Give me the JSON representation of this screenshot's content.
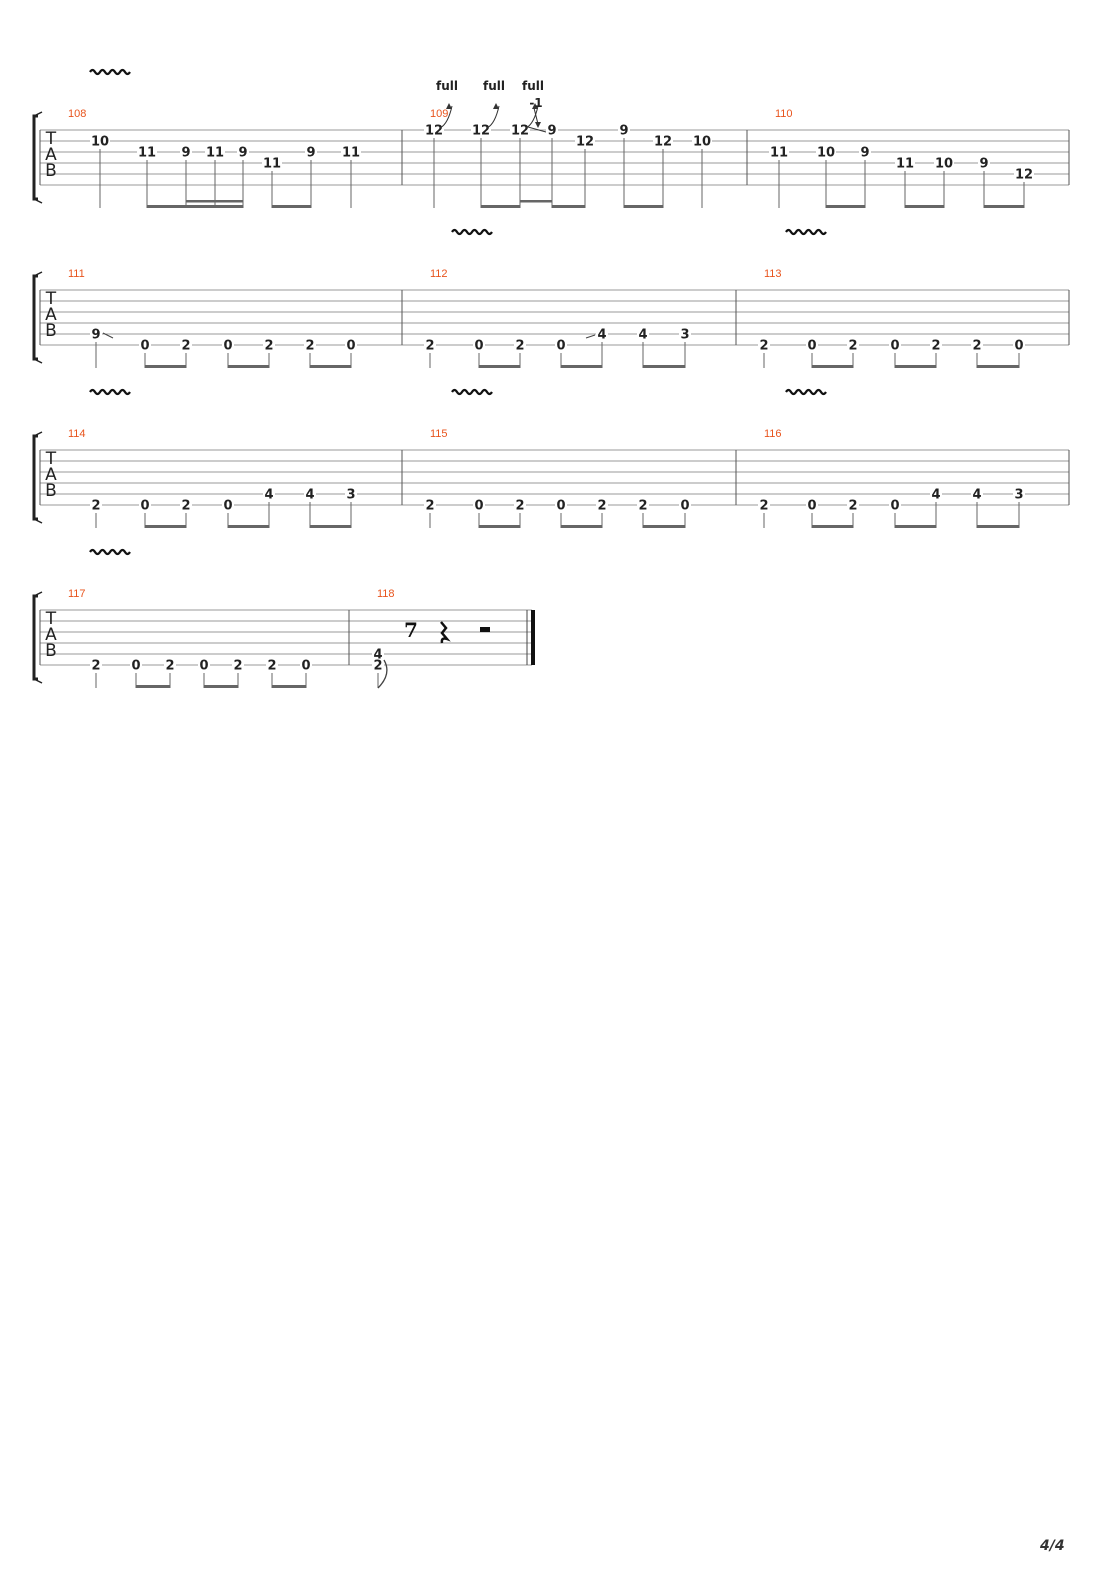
{
  "page": {
    "number": "4/4"
  },
  "tab_clef": [
    "T",
    "A",
    "B"
  ],
  "bend_labels": {
    "full": "full",
    "release": "-1"
  },
  "systems": [
    {
      "measures": [
        {
          "number": "108",
          "vibrato": true,
          "events": [
            {
              "notes": [
                {
                  "s": 2,
                  "f": "10"
                }
              ],
              "beam": 0
            },
            {
              "notes": [
                {
                  "s": 3,
                  "f": "11"
                }
              ],
              "beam": 1
            },
            {
              "notes": [
                {
                  "s": 3,
                  "f": "9"
                }
              ],
              "beam": 2
            },
            {
              "notes": [
                {
                  "s": 3,
                  "f": "11"
                }
              ],
              "beam": 2
            },
            {
              "notes": [
                {
                  "s": 3,
                  "f": "9"
                }
              ],
              "beam": 2
            },
            {
              "notes": [
                {
                  "s": 4,
                  "f": "11"
                }
              ],
              "beam": 1
            },
            {
              "notes": [
                {
                  "s": 3,
                  "f": "9"
                }
              ],
              "beam": 1
            },
            {
              "notes": [
                {
                  "s": 3,
                  "f": "11"
                }
              ],
              "beam": 0
            }
          ]
        },
        {
          "number": "109",
          "events": [
            {
              "notes": [
                {
                  "s": 1,
                  "f": "12"
                }
              ],
              "beam": 0,
              "bend": "full"
            },
            {
              "notes": [
                {
                  "s": 1,
                  "f": "12"
                }
              ],
              "beam": 1,
              "bend": "full"
            },
            {
              "notes": [
                {
                  "s": 1,
                  "f": "12"
                }
              ],
              "beam": 2,
              "bend": "full",
              "release": true
            },
            {
              "notes": [
                {
                  "s": 1,
                  "f": "9"
                }
              ],
              "beam": 2
            },
            {
              "notes": [
                {
                  "s": 2,
                  "f": "12"
                }
              ],
              "beam": 1
            },
            {
              "notes": [
                {
                  "s": 1,
                  "f": "9"
                }
              ],
              "beam": 1
            },
            {
              "notes": [
                {
                  "s": 2,
                  "f": "12"
                }
              ],
              "beam": 1
            },
            {
              "notes": [
                {
                  "s": 2,
                  "f": "10"
                }
              ],
              "beam": 1
            }
          ]
        },
        {
          "number": "110",
          "events": [
            {
              "notes": [
                {
                  "s": 3,
                  "f": "11"
                }
              ],
              "beam": 0
            },
            {
              "notes": [
                {
                  "s": 3,
                  "f": "10"
                }
              ],
              "beam": 1
            },
            {
              "notes": [
                {
                  "s": 3,
                  "f": "9"
                }
              ],
              "beam": 1
            },
            {
              "notes": [
                {
                  "s": 4,
                  "f": "11"
                }
              ],
              "beam": 1
            },
            {
              "notes": [
                {
                  "s": 4,
                  "f": "10"
                }
              ],
              "beam": 1
            },
            {
              "notes": [
                {
                  "s": 4,
                  "f": "9"
                }
              ],
              "beam": 1
            },
            {
              "notes": [
                {
                  "s": 5,
                  "f": "12"
                }
              ],
              "beam": 1
            }
          ]
        }
      ]
    },
    {
      "measures": [
        {
          "number": "111",
          "events": [
            {
              "notes": [
                {
                  "s": 5,
                  "f": "9"
                }
              ],
              "beam": 0,
              "slide": "out"
            },
            {
              "notes": [
                {
                  "s": 6,
                  "f": "0"
                }
              ],
              "beam": 1
            },
            {
              "notes": [
                {
                  "s": 6,
                  "f": "2"
                }
              ],
              "beam": 1
            },
            {
              "notes": [
                {
                  "s": 6,
                  "f": "0"
                }
              ],
              "beam": 1
            },
            {
              "notes": [
                {
                  "s": 6,
                  "f": "2"
                }
              ],
              "beam": 1
            },
            {
              "notes": [
                {
                  "s": 6,
                  "f": "2"
                }
              ],
              "beam": 1
            },
            {
              "notes": [
                {
                  "s": 6,
                  "f": "0"
                }
              ],
              "beam": 1
            }
          ]
        },
        {
          "number": "112",
          "vibrato": true,
          "events": [
            {
              "notes": [
                {
                  "s": 6,
                  "f": "2"
                }
              ],
              "beam": 0
            },
            {
              "notes": [
                {
                  "s": 6,
                  "f": "0"
                }
              ],
              "beam": 1
            },
            {
              "notes": [
                {
                  "s": 6,
                  "f": "2"
                }
              ],
              "beam": 1
            },
            {
              "notes": [
                {
                  "s": 6,
                  "f": "0"
                }
              ],
              "beam": 1
            },
            {
              "notes": [
                {
                  "s": 5,
                  "f": "4"
                }
              ],
              "beam": 1,
              "slide": "in"
            },
            {
              "notes": [
                {
                  "s": 5,
                  "f": "4"
                }
              ],
              "beam": 1
            },
            {
              "notes": [
                {
                  "s": 5,
                  "f": "3"
                }
              ],
              "beam": 1
            }
          ]
        },
        {
          "number": "113",
          "vibrato": true,
          "events": [
            {
              "notes": [
                {
                  "s": 6,
                  "f": "2"
                }
              ],
              "beam": 0
            },
            {
              "notes": [
                {
                  "s": 6,
                  "f": "0"
                }
              ],
              "beam": 1
            },
            {
              "notes": [
                {
                  "s": 6,
                  "f": "2"
                }
              ],
              "beam": 1
            },
            {
              "notes": [
                {
                  "s": 6,
                  "f": "0"
                }
              ],
              "beam": 1
            },
            {
              "notes": [
                {
                  "s": 6,
                  "f": "2"
                }
              ],
              "beam": 1
            },
            {
              "notes": [
                {
                  "s": 6,
                  "f": "2"
                }
              ],
              "beam": 1
            },
            {
              "notes": [
                {
                  "s": 6,
                  "f": "0"
                }
              ],
              "beam": 1
            }
          ]
        }
      ]
    },
    {
      "measures": [
        {
          "number": "114",
          "vibrato": true,
          "events": [
            {
              "notes": [
                {
                  "s": 6,
                  "f": "2"
                }
              ],
              "beam": 0
            },
            {
              "notes": [
                {
                  "s": 6,
                  "f": "0"
                }
              ],
              "beam": 1
            },
            {
              "notes": [
                {
                  "s": 6,
                  "f": "2"
                }
              ],
              "beam": 1
            },
            {
              "notes": [
                {
                  "s": 6,
                  "f": "0"
                }
              ],
              "beam": 1
            },
            {
              "notes": [
                {
                  "s": 5,
                  "f": "4"
                }
              ],
              "beam": 1
            },
            {
              "notes": [
                {
                  "s": 5,
                  "f": "4"
                }
              ],
              "beam": 1
            },
            {
              "notes": [
                {
                  "s": 5,
                  "f": "3"
                }
              ],
              "beam": 1
            }
          ]
        },
        {
          "number": "115",
          "vibrato": true,
          "events": [
            {
              "notes": [
                {
                  "s": 6,
                  "f": "2"
                }
              ],
              "beam": 0
            },
            {
              "notes": [
                {
                  "s": 6,
                  "f": "0"
                }
              ],
              "beam": 1
            },
            {
              "notes": [
                {
                  "s": 6,
                  "f": "2"
                }
              ],
              "beam": 1
            },
            {
              "notes": [
                {
                  "s": 6,
                  "f": "0"
                }
              ],
              "beam": 1
            },
            {
              "notes": [
                {
                  "s": 6,
                  "f": "2"
                }
              ],
              "beam": 1
            },
            {
              "notes": [
                {
                  "s": 6,
                  "f": "2"
                }
              ],
              "beam": 1
            },
            {
              "notes": [
                {
                  "s": 6,
                  "f": "0"
                }
              ],
              "beam": 1
            }
          ]
        },
        {
          "number": "116",
          "vibrato": true,
          "events": [
            {
              "notes": [
                {
                  "s": 6,
                  "f": "2"
                }
              ],
              "beam": 0
            },
            {
              "notes": [
                {
                  "s": 6,
                  "f": "0"
                }
              ],
              "beam": 1
            },
            {
              "notes": [
                {
                  "s": 6,
                  "f": "2"
                }
              ],
              "beam": 1
            },
            {
              "notes": [
                {
                  "s": 6,
                  "f": "0"
                }
              ],
              "beam": 1
            },
            {
              "notes": [
                {
                  "s": 5,
                  "f": "4"
                }
              ],
              "beam": 1
            },
            {
              "notes": [
                {
                  "s": 5,
                  "f": "4"
                }
              ],
              "beam": 1
            },
            {
              "notes": [
                {
                  "s": 5,
                  "f": "3"
                }
              ],
              "beam": 1
            }
          ]
        }
      ]
    },
    {
      "measures": [
        {
          "number": "117",
          "vibrato": true,
          "events": [
            {
              "notes": [
                {
                  "s": 6,
                  "f": "2"
                }
              ],
              "beam": 0
            },
            {
              "notes": [
                {
                  "s": 6,
                  "f": "0"
                }
              ],
              "beam": 1
            },
            {
              "notes": [
                {
                  "s": 6,
                  "f": "2"
                }
              ],
              "beam": 1
            },
            {
              "notes": [
                {
                  "s": 6,
                  "f": "0"
                }
              ],
              "beam": 1
            },
            {
              "notes": [
                {
                  "s": 6,
                  "f": "2"
                }
              ],
              "beam": 1
            },
            {
              "notes": [
                {
                  "s": 6,
                  "f": "2"
                }
              ],
              "beam": 1
            },
            {
              "notes": [
                {
                  "s": 6,
                  "f": "0"
                }
              ],
              "beam": 1
            }
          ]
        },
        {
          "number": "118",
          "final": true,
          "events": [
            {
              "notes": [
                {
                  "s": 5,
                  "f": "4"
                },
                {
                  "s": 6,
                  "f": "2"
                }
              ],
              "beam": 0,
              "flag": true
            },
            {
              "rest": "eighth"
            },
            {
              "rest": "quarter"
            },
            {
              "rest": "half"
            }
          ]
        }
      ]
    }
  ]
}
